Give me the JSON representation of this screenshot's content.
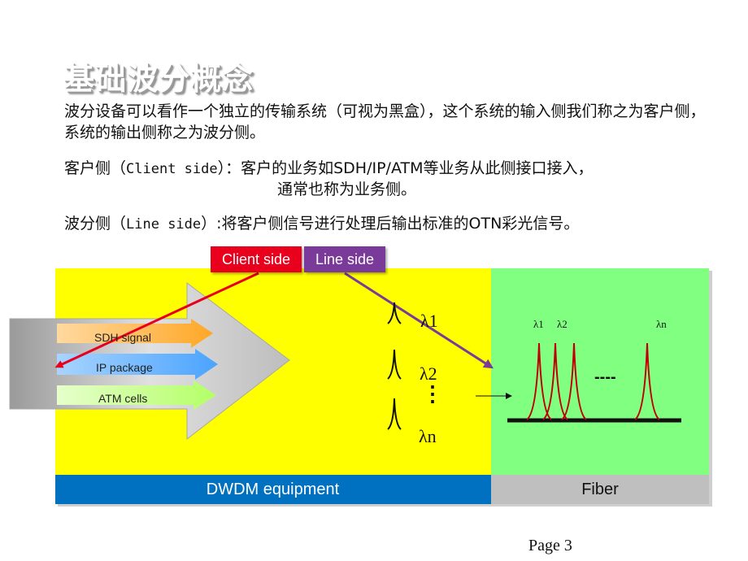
{
  "title": "基础波分概念",
  "paragraphs": {
    "intro": "波分设备可以看作一个独立的传输系统（可视为黑盒），这个系统的输入侧我们称之为客户侧，系统的输出侧称之为波分侧。",
    "client_prefix": "客户侧（",
    "client_term": "Client side",
    "client_suffix": "）：客户的业务如SDH/IP/ATM等业务从此侧接口接入，",
    "client_line2": "通常也称为业务侧。",
    "line_prefix": "波分侧（",
    "line_term": "Line side",
    "line_suffix": "）:将客户侧信号进行处理后输出标准的OTN彩光信号。"
  },
  "diagram": {
    "client_side_label": "Client  side",
    "line_side_label": "Line side",
    "signals": [
      "SDH signal",
      "IP package",
      "ATM cells"
    ],
    "lambdas_left": [
      "λ1",
      "λ2",
      "λn"
    ],
    "lambdas_right": [
      "λ1",
      "λ2",
      "λn"
    ],
    "dots": "----",
    "vertical_dots": "⋮",
    "dwdm_label": "DWDM equipment",
    "fiber_label": "Fiber",
    "colors": {
      "equipment_bg": "#ffff00",
      "fiber_bg": "#80ff80",
      "dwdm_bar": "#0070c0",
      "fiber_bar": "#bfbfbf",
      "client_arrow": "#e8001c",
      "line_arrow": "#7a3a9a",
      "sdh": "#ffc04d",
      "ip": "#66b3ff",
      "atm": "#ccff99",
      "peak": "#c00000"
    }
  },
  "footer": {
    "page": "Page 3"
  }
}
